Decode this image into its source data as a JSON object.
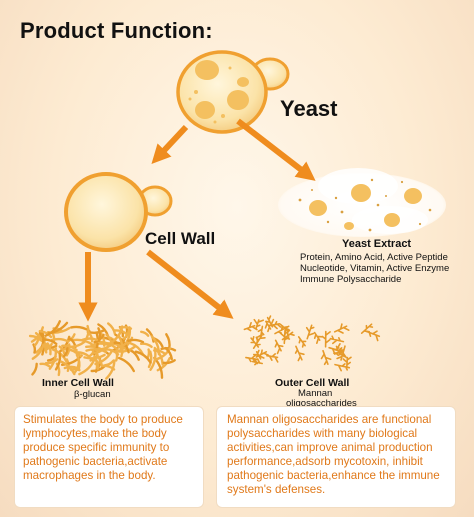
{
  "title": "Product Function:",
  "nodes": {
    "yeast": "Yeast",
    "cell_wall": "Cell Wall",
    "yeast_extract": {
      "label": "Yeast Extract",
      "lines": [
        "Protein, Amino Acid, Active Peptide",
        "Nucleotide, Vitamin, Active Enzyme",
        "Immune Polysaccharide"
      ]
    },
    "inner_cell_wall": {
      "label": "Inner Cell Wall",
      "component": "β-glucan"
    },
    "outer_cell_wall": {
      "label": "Outer Cell Wall",
      "component_lines": [
        "Mannan",
        "oligosaccharides"
      ]
    }
  },
  "descriptions": {
    "inner": "Stimulates the body to produce lymphocytes,make the body produce specific immunity to pathogenic bacteria,activate macrophages in the body.",
    "outer": "Mannan oligosaccharides are functional polysaccharides with many biological activities,can improve animal production performance,adsorb mycotoxin, inhibit pathogenic bacteria,enhance the immune system's defenses."
  },
  "edges": [
    {
      "from": "yeast",
      "to": "cell_wall"
    },
    {
      "from": "yeast",
      "to": "yeast_extract"
    },
    {
      "from": "cell_wall",
      "to": "inner_cell_wall"
    },
    {
      "from": "cell_wall",
      "to": "outer_cell_wall"
    }
  ],
  "colors": {
    "arrow": "#ef8c1e",
    "cell_fill": "#fbe3a8",
    "cell_stroke": "#f0a030",
    "spot": "#f4c060",
    "text_accent": "#e0791a"
  }
}
